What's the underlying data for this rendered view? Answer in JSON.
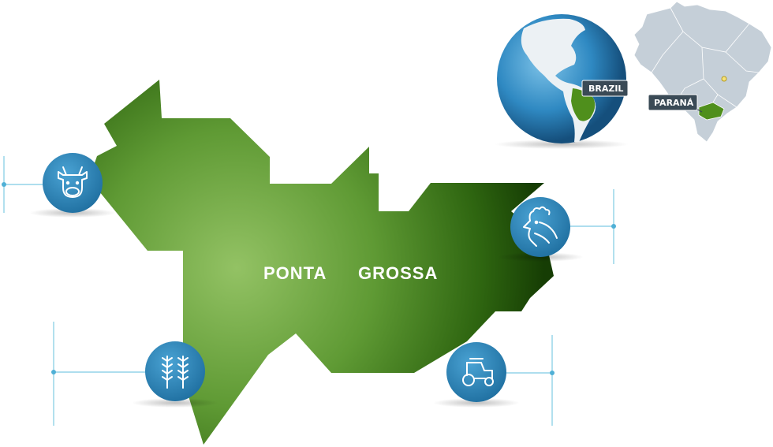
{
  "map": {
    "region_label_left": "PONTA",
    "region_label_right": "GROSSA"
  },
  "locator": {
    "country_tag": "BRAZIL",
    "state_tag": "PARANÁ"
  },
  "colors": {
    "region_green_light": "#8ec060",
    "region_green_dark": "#1f4a06",
    "icon_blue": "#2d83b8",
    "line_blue": "#7ecbe3",
    "globe_ocean": "#2f89c2",
    "country_grey": "#c5cfd8",
    "highlight_green": "#4f8f1c"
  },
  "icons": [
    {
      "name": "cow-icon"
    },
    {
      "name": "rooster-icon"
    },
    {
      "name": "wheat-icon"
    },
    {
      "name": "tractor-icon"
    }
  ]
}
